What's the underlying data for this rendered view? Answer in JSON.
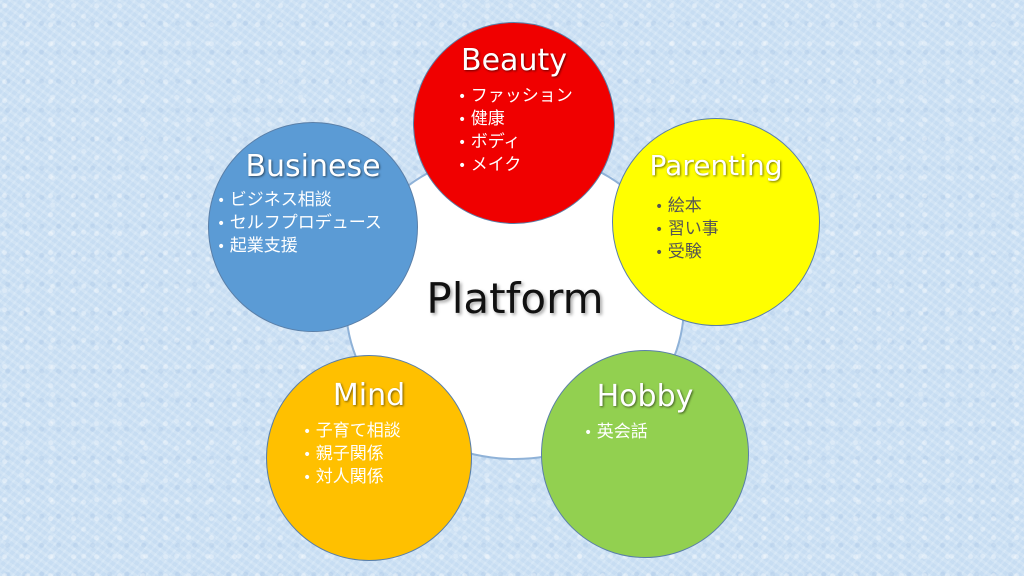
{
  "center": {
    "label": "Platform"
  },
  "nodes": [
    {
      "key": "beauty",
      "title": "Beauty",
      "color": "#f00000",
      "items": [
        "ファッション",
        "健康",
        "ボディ",
        "メイク"
      ]
    },
    {
      "key": "parenting",
      "title": "Parenting",
      "color": "#ffff00",
      "items": [
        "絵本",
        "習い事",
        "受験"
      ]
    },
    {
      "key": "business",
      "title": "Businese",
      "color": "#5b9bd5",
      "items": [
        "ビジネス相談",
        "セルフプロデュース",
        "起業支援"
      ]
    },
    {
      "key": "mind",
      "title": "Mind",
      "color": "#ffc000",
      "items": [
        "子育て相談",
        "親子関係",
        "対人関係"
      ]
    },
    {
      "key": "hobby",
      "title": "Hobby",
      "color": "#92d050",
      "items": [
        "英会話"
      ]
    }
  ]
}
